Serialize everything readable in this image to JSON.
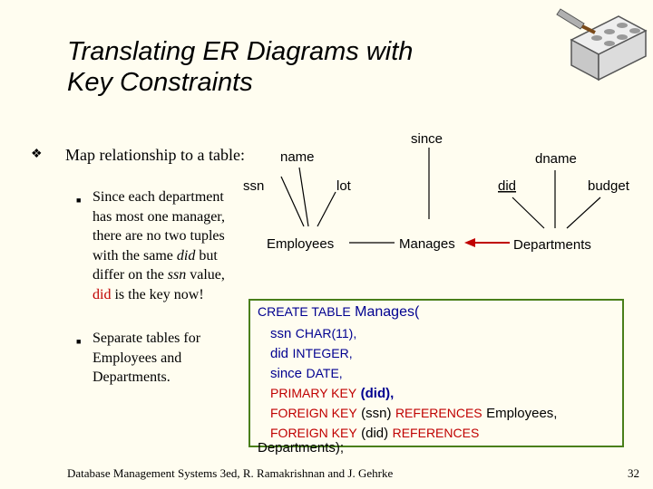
{
  "slide": {
    "title_line1": "Translating ER Diagrams with",
    "title_line2": "Key Constraints",
    "bullet_marker": "❖",
    "sub_marker": "■",
    "bullet_main": "Map relationship to a table:",
    "sub1": {
      "p1": "Since each department has most one manager, there are no two tuples with the same ",
      "did1": "did",
      "p2": " but differ on the ",
      "ssn": "ssn",
      "p3": " value,  ",
      "did2": "did",
      "p4": " is the key now!"
    },
    "sub2": "Separate tables for Employees and Departments.",
    "footer": "Database Management Systems 3ed,  R. Ramakrishnan and J. Gehrke",
    "page_number": "32"
  },
  "diagram": {
    "attr_ssn": "ssn",
    "attr_name": "name",
    "attr_lot": "lot",
    "entity_employees": "Employees",
    "rel_manages": "Manages",
    "attr_since": "since",
    "entity_departments": "Departments",
    "attr_did": "did",
    "attr_dname": "dname",
    "attr_budget": "budget",
    "arrow_color": "#c00000"
  },
  "sql": {
    "l1_kw": "CREATE TABLE",
    "l1_name": "Manages(",
    "l2_col": "ssn",
    "l2_type": "CHAR(11),",
    "l3_col": "did",
    "l3_type": "INTEGER,",
    "l4_col": "since",
    "l4_type": "DATE,",
    "l5_kw": "PRIMARY KEY",
    "l5_val": "(did),",
    "l6_kw1": "FOREIGN KEY",
    "l6_col": "(ssn)",
    "l6_kw2": "REFERENCES",
    "l6_ref": "Employees,",
    "l7_kw1": "FOREIGN KEY",
    "l7_col": "(did)",
    "l7_kw2": "REFERENCES",
    "l8_ref": "Departments);"
  }
}
